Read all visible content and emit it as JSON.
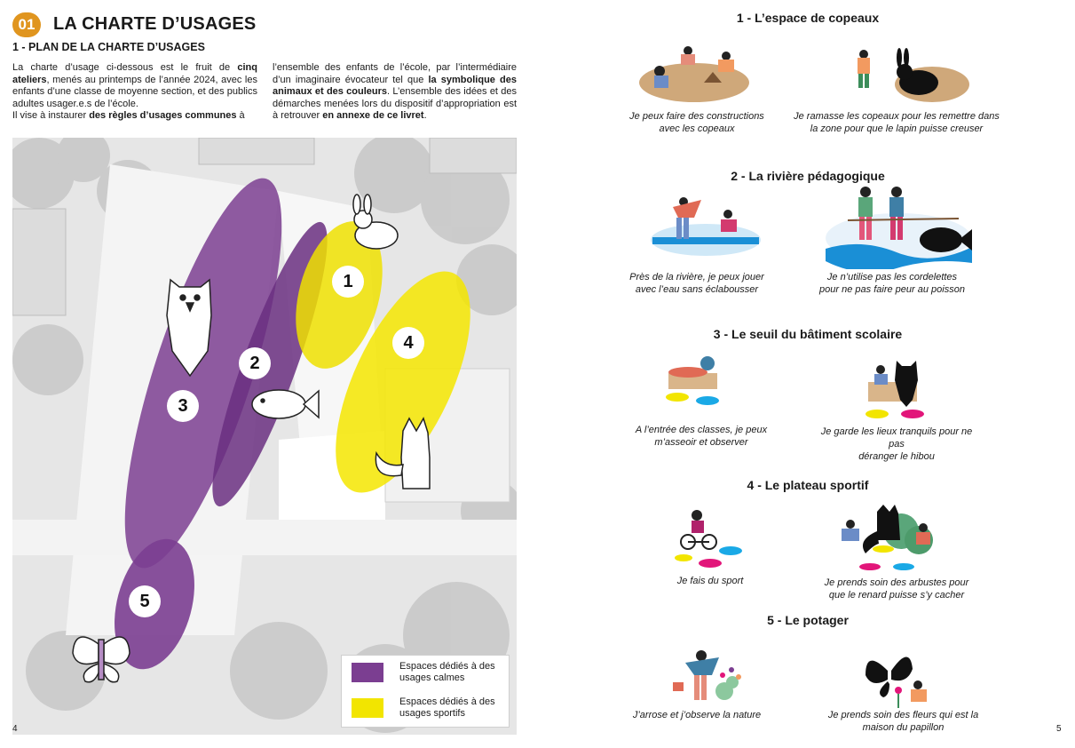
{
  "left_page": {
    "badge": "01",
    "title": "LA CHARTE D’USAGES",
    "subtitle": "1 - PLAN DE LA CHARTE D’USAGES",
    "para1_a": "La charte d’usage ci-dessous est le fruit de ",
    "para1_b": "cinq ateliers",
    "para1_c": ", menés au printemps de l’année 2024, avec les enfants d’une classe de moyenne section, et des publics adultes usager.e.s de l’école.",
    "para1_d": "Il vise à instaurer ",
    "para1_e": "des règles d’usages communes",
    "para1_f": " à",
    "para2_a": "l’ensemble des enfants de l’école, par l’intermédiaire d’un imaginaire évocateur tel que ",
    "para2_b": "la symbolique des animaux et des couleurs",
    "para2_c": ". L’ensemble des idées et des démarches menées lors du dispositif d’appropriation est à retrouver ",
    "para2_d": "en annexe de ce livret",
    "para2_e": ".",
    "page_number": "4",
    "map": {
      "zone_numbers": [
        "1",
        "2",
        "3",
        "4",
        "5"
      ],
      "legend": [
        {
          "label": "Espaces dédiés à des usages calmes",
          "color": "#7b3e91"
        },
        {
          "label": "Espaces dédiés à des usages sportifs",
          "color": "#f2e500"
        }
      ],
      "animals": [
        "rabbit-icon",
        "owl-icon",
        "fish-icon",
        "fox-icon",
        "butterfly-icon"
      ]
    }
  },
  "right_page": {
    "page_number": "5",
    "sections": [
      {
        "title": "1 - L’espace de copeaux",
        "captions": [
          "Je peux faire des constructions\navec les copeaux",
          "Je ramasse les copeaux pour les remettre dans\nla zone pour que le lapin puisse creuser"
        ]
      },
      {
        "title": "2 - La rivière pédagogique",
        "captions": [
          "Près de la rivière, je peux jouer\navec l’eau sans éclabousser",
          "Je n’utilise pas les cordelettes\npour ne pas faire peur au poisson"
        ]
      },
      {
        "title": "3 - Le seuil du bâtiment scolaire",
        "captions": [
          "A l’entrée des classes, je peux\nm’asseoir et observer",
          "Je garde les lieux tranquils pour ne\npas\ndéranger le hibou"
        ]
      },
      {
        "title": "4 -  Le plateau sportif",
        "captions": [
          "Je fais du sport",
          "Je prends soin des arbustes pour\nque le renard puisse s’y cacher"
        ]
      },
      {
        "title": "5 - Le potager",
        "captions": [
          "J’arrose et j’observe la nature",
          "Je prends soin des fleurs qui est la\nmaison du papillon"
        ]
      }
    ]
  },
  "colors": {
    "calm": "#7b3e91",
    "sport": "#f2e500",
    "accent": "#e0951f",
    "water": "#1a8fd6",
    "wood": "#cfa87a"
  }
}
